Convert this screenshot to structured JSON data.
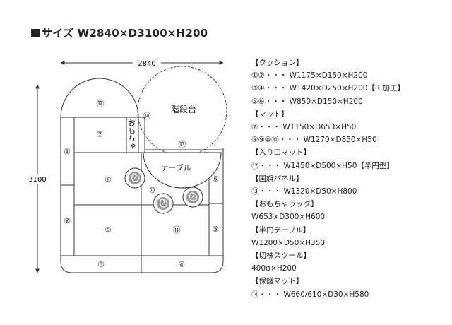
{
  "title": "■サイズ W2840×D3100×H200",
  "dimensions": {
    "width_label": "2840",
    "depth_label": "3100"
  },
  "plan_labels": {
    "p1": "①",
    "p2": "②",
    "p3": "③",
    "p4": "④",
    "p5": "⑤",
    "p6": "⑥",
    "p7": "⑦",
    "p8": "⑧",
    "p9": "⑨",
    "p10": "⑩",
    "p11": "⑪",
    "p12": "⑫",
    "p13": "⑬",
    "p14": "⑭",
    "stairs": "階段台",
    "table": "テーブル",
    "toy_rack": "おもちゃ"
  },
  "spec_lines": [
    "【クッション】",
    "①②・・・ W1175×D150×H200",
    "③④・・・ W1420×D250×H200【R 加工】",
    "⑤⑥・・・ W850×D150×H200",
    "【マット】",
    "⑦・・・ W1150×D653×H50",
    "⑧⑨⑩⑪・・・ W1270×D850×H50",
    "【入り口マット】",
    "⑫・・・ W1450×D500×H50【半円型】",
    "【国旗パネル】",
    "⑬・・・ W1320×D50×H800",
    "【おもちゃラック】",
    "W653×D300×H600",
    "【半円テーブル】",
    "W1200×D50×H350",
    "【切株スツール】",
    "400φ×H200",
    "【保護マット】",
    "⑭・・・ W660/610×D30×H580"
  ],
  "colors": {
    "line": "#333333",
    "stool_fill": "#9a9a9a"
  }
}
